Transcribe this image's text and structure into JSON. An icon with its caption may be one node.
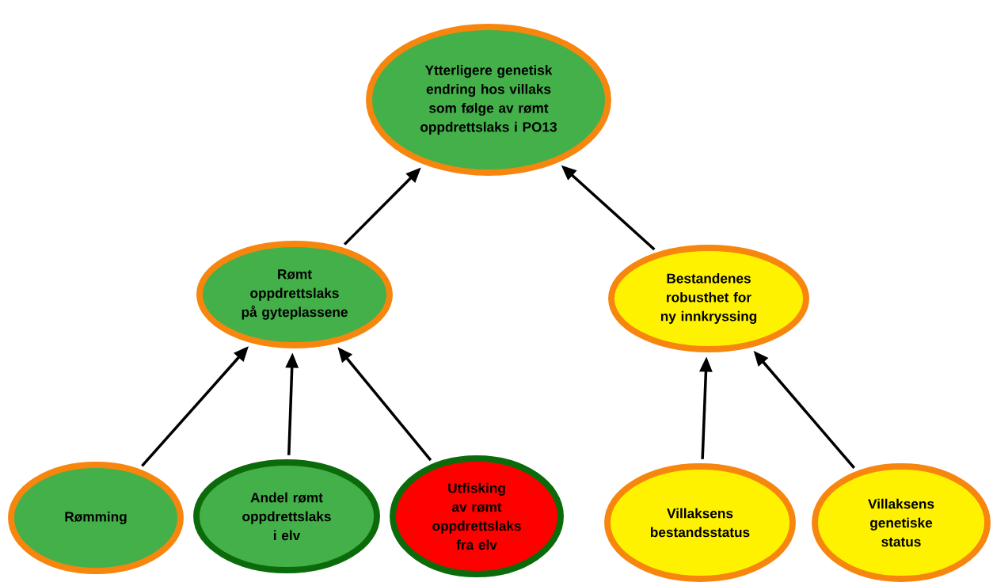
{
  "diagram": {
    "nodes": [
      {
        "text": [
          "Ytterligere genetisk endring hos villaks som følge av rømt oppdrettslaks i PO13"
        ]
      },
      {
        "text": [
          "Rømt oppdrettslaks på gyteplassene"
        ]
      },
      {
        "text": [
          "Bestandenes robusthet for ny innkryssing"
        ]
      },
      {
        "text": [
          "Rømming"
        ]
      },
      {
        "text": [
          "Andel rømt oppdrettslaks i elv"
        ]
      },
      {
        "text": [
          "Utfisking av rømt oppdrettslaks fra elv"
        ]
      },
      {
        "text": [
          "Villaksens bestandsstatus"
        ]
      },
      {
        "text": [
          "Villaksens genetiske status"
        ]
      }
    ],
    "edges": [
      {
        "from": 1,
        "to": 0,
        "arrow": "to"
      },
      {
        "from": 2,
        "to": 0,
        "arrow": "to"
      },
      {
        "from": 3,
        "to": 1,
        "arrow": "to"
      },
      {
        "from": 4,
        "to": 1,
        "arrow": "to"
      },
      {
        "from": 5,
        "to": 1,
        "arrow": "to"
      },
      {
        "from": 6,
        "to": 2,
        "arrow": "to"
      },
      {
        "from": 7,
        "to": 2,
        "arrow": "to"
      }
    ]
  }
}
